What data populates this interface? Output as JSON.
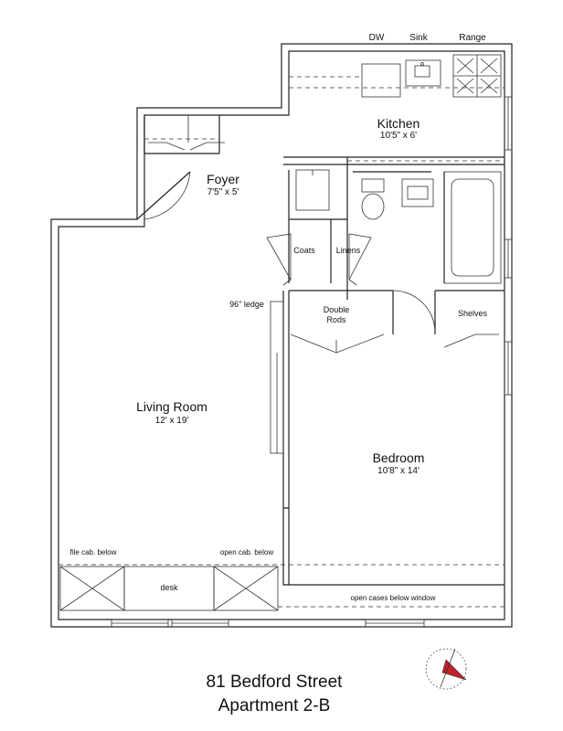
{
  "labels": {
    "dw": "DW",
    "sink": "Sink",
    "range": "Range",
    "kitchen": "Kitchen",
    "kitchen_dim": "10'5\" x 6'",
    "foyer": "Foyer",
    "foyer_dim": "7'5\" x 5'",
    "coats": "Coats",
    "linens": "Linens",
    "ledge": "96\" ledge",
    "double_rods": "Double Rods",
    "shelves": "Shelves",
    "living_room": "Living Room",
    "living_dim": "12' x 19'",
    "bedroom": "Bedroom",
    "bedroom_dim": "10'8\" x 14'",
    "file_cab": "file cab. below",
    "open_cab": "open cab. below",
    "desk": "desk",
    "open_cases": "open cases below window"
  },
  "address": {
    "line1": "81 Bedford Street",
    "line2": "Apartment 2-B"
  },
  "colors": {
    "walls": "#222222",
    "compass_pointer": "#c0202a"
  },
  "icons": [
    "compass-icon"
  ]
}
